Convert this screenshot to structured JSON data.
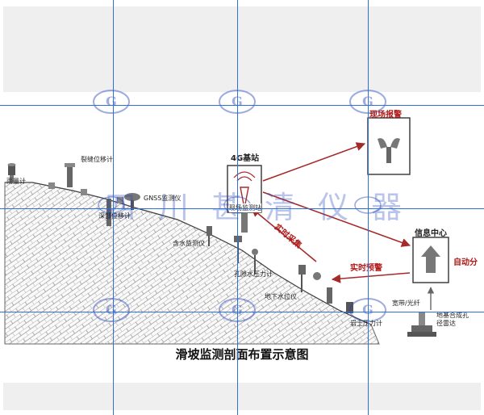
{
  "caption": "滑坡监测剖面布置示意图",
  "base_station": {
    "title": "4G基站",
    "label": "现场监测站"
  },
  "alarm": {
    "title": "现场报警"
  },
  "info_center": {
    "title": "信息中心",
    "auto_text": "自动分"
  },
  "flows": {
    "realtime_collect": "实时采集",
    "realtime_warning": "实时预警",
    "link": "宽带/光纤"
  },
  "instruments": {
    "rain_gauge": "雨量计",
    "crack_meter": "裂缝位移计",
    "gnss": "GNSS监测仪",
    "deep_displacement": "深部位移计",
    "moisture": "含水监测仪",
    "pore_pressure": "孔隙水压力计",
    "water_level": "地下水位仪",
    "earth_pressure": "岩土压力计",
    "radar": "地基合成孔径雷达"
  },
  "watermark": {
    "text": "四川甚清仪器",
    "logo_letter": "G"
  },
  "colors": {
    "arrow_red": "#a52a2a",
    "label_red": "#b01818",
    "watermark_blue": "#2846be",
    "grid_blue": "#2f6fd6",
    "slope_gray": "#8a8a8a"
  }
}
